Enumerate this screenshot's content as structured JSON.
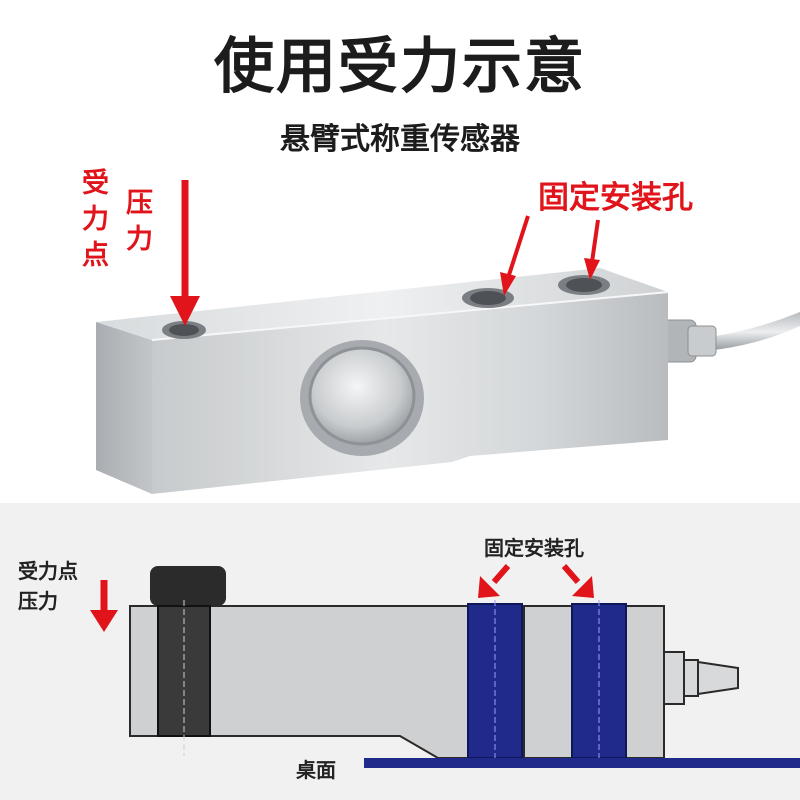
{
  "title": "使用受力示意",
  "subtitle": "悬臂式称重传感器",
  "photo": {
    "force_point_label": "受力点",
    "pressure_label": "压力",
    "mounting_holes_label": "固定安装孔"
  },
  "diagram": {
    "force_point_label": "受力点",
    "pressure_label": "压力",
    "mounting_holes_label": "固定安装孔",
    "desk_label": "桌面"
  },
  "colors": {
    "annotation_red": "#e0141a",
    "bolt_blue": "#1f2a8a",
    "desk_line": "#1f2a8a",
    "steel": "#c9cbcd"
  }
}
